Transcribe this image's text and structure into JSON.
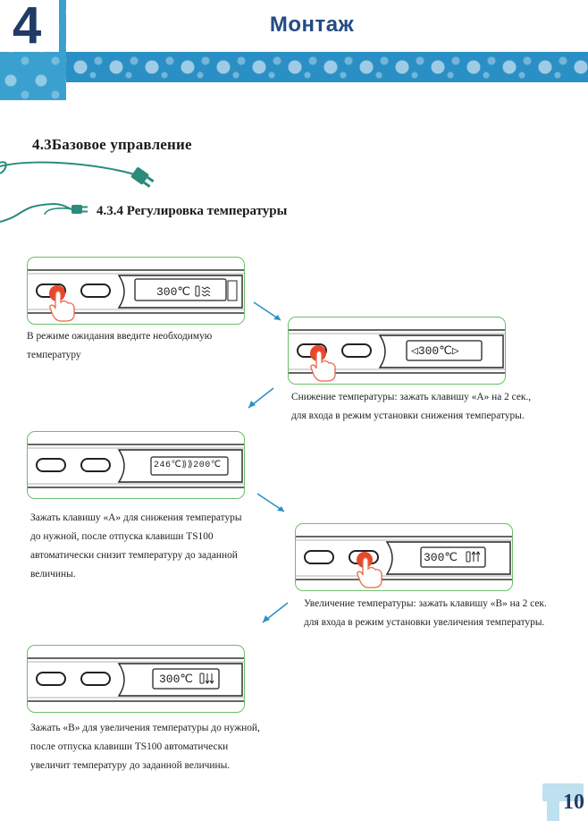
{
  "header": {
    "chapter_number": "4",
    "chapter_title": "Монтаж"
  },
  "section_title": "4.3Базовое управление",
  "subsection_title": "4.3.4 Регулировка температуры",
  "steps": [
    {
      "display_text": "300℃",
      "note": "В режиме ожидания введите необходимую температуру"
    },
    {
      "display_text": "◁300℃▷",
      "note": "Снижение температуры: зажать клавишу «А» на 2 сек., для входа в режим установки снижения температуры."
    },
    {
      "display_text": "246℃⟫⟫200℃",
      "note": "Зажать клавишу «А» для снижения температуры до нужной, после отпуска клавиши  TS100 автоматически снизит температуру до заданной величины."
    },
    {
      "display_text": "300℃",
      "note": "Увеличение температуры: зажать клавишу «В» на 2 сек. для входа в режим установки увеличения температуры."
    },
    {
      "display_text": "300℃",
      "note": "Зажать «В» для увеличения температуры до нужной, после отпуска клавиши  TS100 автоматически увеличит температуру до заданной величины."
    }
  ],
  "page_number": "10",
  "colors": {
    "accent_blue": "#2a8fc4",
    "title_blue": "#234b85",
    "frame_green": "#6cbf6b",
    "press_red": "#e8472b",
    "cable_teal": "#2a8c7a"
  }
}
